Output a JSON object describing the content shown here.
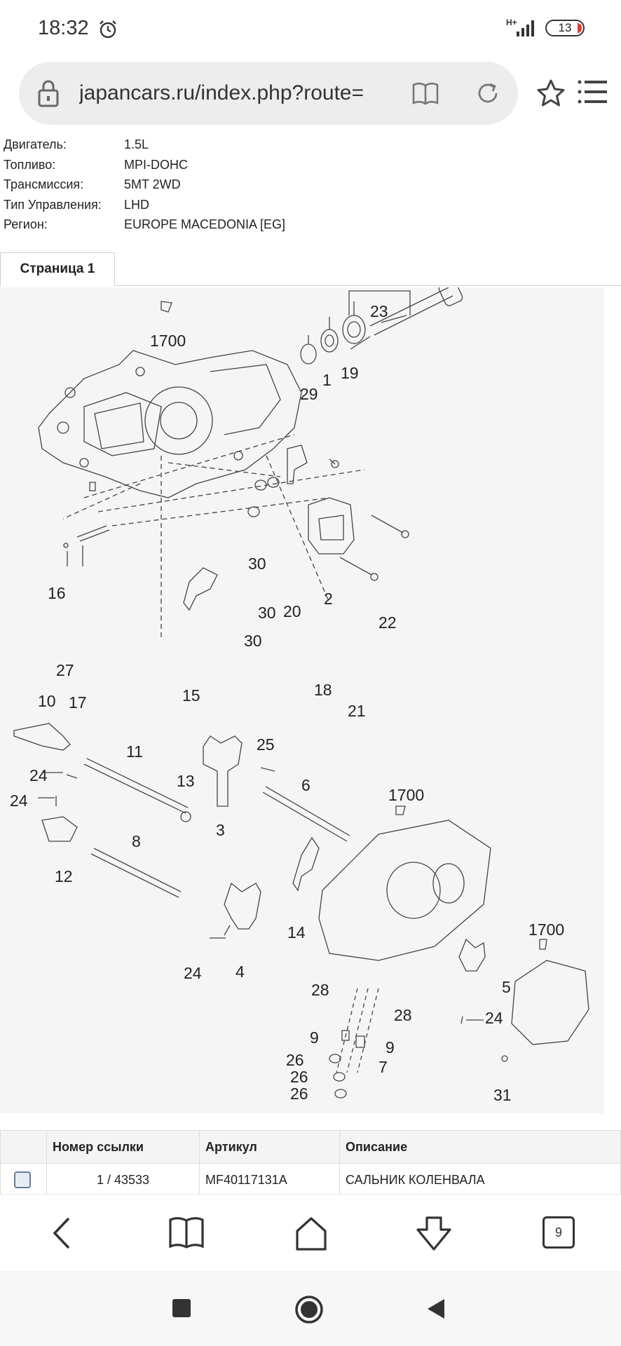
{
  "status_bar": {
    "time": "18:32",
    "network": "H+",
    "battery": "13"
  },
  "browser": {
    "url": "japancars.ru/index.php?route=",
    "icons": [
      "lock-icon",
      "reader-mode-icon",
      "reload-icon",
      "star-icon",
      "menu-icon"
    ]
  },
  "vehicle_info": [
    {
      "key": "Двигатель:",
      "value": "1.5L"
    },
    {
      "key": "Топливо:",
      "value": "MPI-DOHC"
    },
    {
      "key": "Трансмиссия:",
      "value": "5MT 2WD"
    },
    {
      "key": "Тип Управления:",
      "value": "LHD"
    },
    {
      "key": "Регион:",
      "value": "EUROPE MACEDONIA [EG]"
    }
  ],
  "page_tab": "Страница 1",
  "diagram_callouts": [
    "1700",
    "23",
    "1",
    "19",
    "29",
    "16",
    "30",
    "30",
    "2",
    "30",
    "20",
    "22",
    "27",
    "17",
    "15",
    "18",
    "21",
    "10",
    "11",
    "25",
    "24",
    "13",
    "6",
    "24",
    "3",
    "1700",
    "12",
    "8",
    "14",
    "24",
    "4",
    "1700",
    "5",
    "28",
    "28",
    "24",
    "9",
    "9",
    "26",
    "7",
    "26",
    "26",
    "31"
  ],
  "parts_table": {
    "headers": [
      "",
      "Номер ссылки",
      "Артикул",
      "Описание"
    ],
    "rows": [
      {
        "ref": "1 / 43533",
        "article": "MF40117131A",
        "description": "САЛЬНИК КОЛЕНВАЛА"
      }
    ]
  },
  "bottom_nav": {
    "tab_count": "9",
    "icons": [
      "back-icon",
      "bookmarks-icon",
      "home-icon",
      "download-icon",
      "tabs-icon"
    ]
  },
  "system_nav": {
    "icons": [
      "recents-icon",
      "home-circle-icon",
      "back-triangle-icon"
    ]
  }
}
